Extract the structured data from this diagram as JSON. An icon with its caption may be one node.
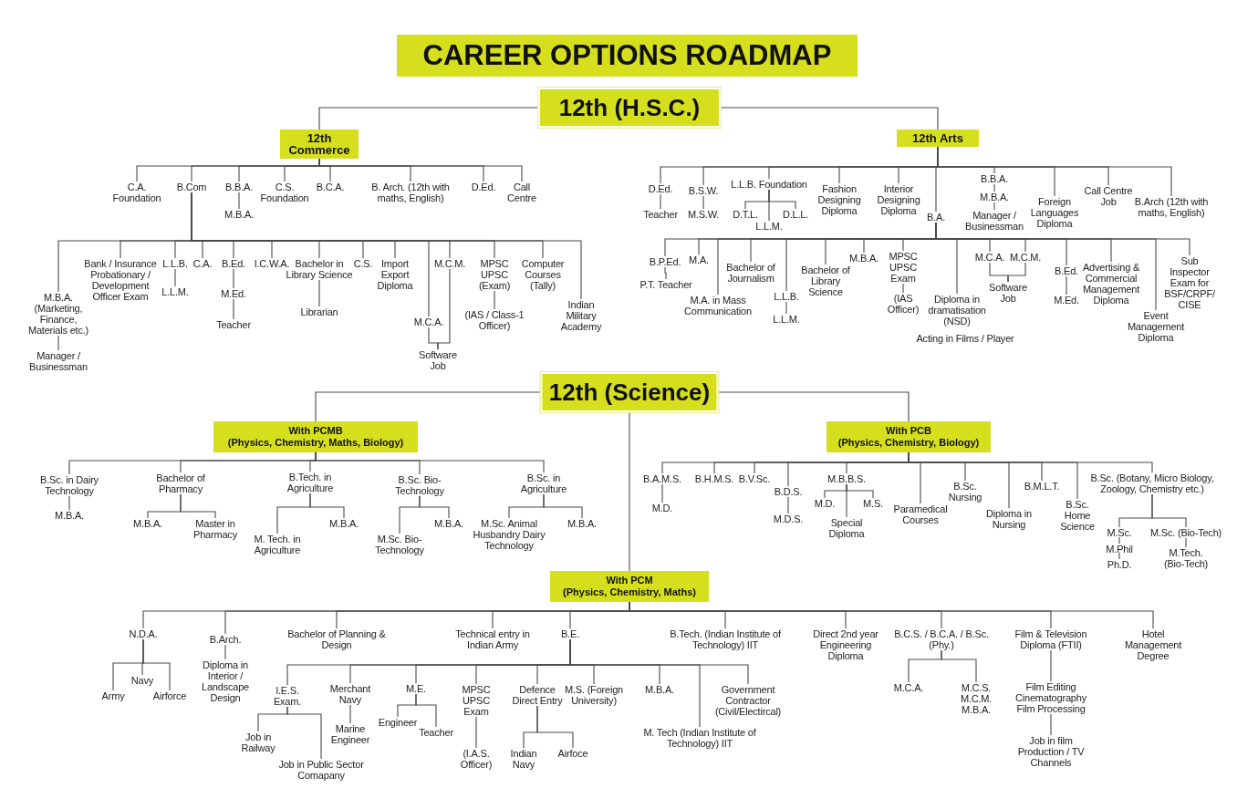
{
  "diagram": {
    "title": "CAREER OPTIONS ROADMAP",
    "nodes": [
      {
        "text": [
          "12th (H.S.C.)"
        ]
      },
      {
        "text": [
          "12th Commerce"
        ]
      },
      {
        "text": [
          "12th Arts"
        ]
      },
      {
        "text": [
          "C.A. Foundation"
        ]
      },
      {
        "text": [
          "B.Com"
        ]
      },
      {
        "text": [
          "B.B.A."
        ]
      },
      {
        "text": [
          "M.B.A."
        ]
      },
      {
        "text": [
          "C.S. Foundation"
        ]
      },
      {
        "text": [
          "B.C.A."
        ]
      },
      {
        "text": [
          "B. Arch. (12th with maths, English)"
        ]
      },
      {
        "text": [
          "D.Ed."
        ]
      },
      {
        "text": [
          "Call Centre"
        ]
      },
      {
        "text": [
          "M.B.A. (Marketing, Finance, Materials etc.)"
        ]
      },
      {
        "text": [
          "Manager / Businessman"
        ]
      },
      {
        "text": [
          "Bank / Insurance Probationary / Development Officer Exam"
        ]
      },
      {
        "text": [
          "L.L.B."
        ]
      },
      {
        "text": [
          "L.L.M."
        ]
      },
      {
        "text": [
          "C.A."
        ]
      },
      {
        "text": [
          "B.Ed."
        ]
      },
      {
        "text": [
          "M.Ed."
        ]
      },
      {
        "text": [
          "Teacher"
        ]
      },
      {
        "text": [
          "I.C.W.A."
        ]
      },
      {
        "text": [
          "Bachelor in Library Science"
        ]
      },
      {
        "text": [
          "Librarian"
        ]
      },
      {
        "text": [
          "C.S."
        ]
      },
      {
        "text": [
          "Import Export Diploma"
        ]
      },
      {
        "text": [
          "M.C.A."
        ]
      },
      {
        "text": [
          "M.C.M."
        ]
      },
      {
        "text": [
          "Software Job"
        ]
      },
      {
        "text": [
          "MPSC UPSC (Exam)"
        ]
      },
      {
        "text": [
          "(IAS / Class-1 Officer)"
        ]
      },
      {
        "text": [
          "Computer Courses (Tally)"
        ]
      },
      {
        "text": [
          "Indian Military Academy"
        ]
      },
      {
        "text": [
          "D.Ed."
        ]
      },
      {
        "text": [
          "Teacher"
        ]
      },
      {
        "text": [
          "B.S.W."
        ]
      },
      {
        "text": [
          "M.S.W."
        ]
      },
      {
        "text": [
          "L.L.B. Foundation"
        ]
      },
      {
        "text": [
          "D.T.L."
        ]
      },
      {
        "text": [
          "L.L.M."
        ]
      },
      {
        "text": [
          "D.L.L."
        ]
      },
      {
        "text": [
          "Fashion Designing Diploma"
        ]
      },
      {
        "text": [
          "Interior Designing Diploma"
        ]
      },
      {
        "text": [
          "B.A."
        ]
      },
      {
        "text": [
          "B.B.A."
        ]
      },
      {
        "text": [
          "M.B.A."
        ]
      },
      {
        "text": [
          "Manager / Businessman"
        ]
      },
      {
        "text": [
          "Foreign Languages Diploma"
        ]
      },
      {
        "text": [
          "Call Centre Job"
        ]
      },
      {
        "text": [
          "B.Arch (12th with maths, English)"
        ]
      },
      {
        "text": [
          "B.P.Ed."
        ]
      },
      {
        "text": [
          "P.T. Teacher"
        ]
      },
      {
        "text": [
          "M.A."
        ]
      },
      {
        "text": [
          "M.A. in Mass Communication"
        ]
      },
      {
        "text": [
          "Bachelor of Journalism"
        ]
      },
      {
        "text": [
          "L.L.B."
        ]
      },
      {
        "text": [
          "L.L.M."
        ]
      },
      {
        "text": [
          "Bachelor of Library Science"
        ]
      },
      {
        "text": [
          "M.B.A."
        ]
      },
      {
        "text": [
          "MPSC UPSC Exam"
        ]
      },
      {
        "text": [
          "(IAS Officer)"
        ]
      },
      {
        "text": [
          "Diploma in dramatisation (NSD)"
        ]
      },
      {
        "text": [
          "Acting in Films / Player"
        ]
      },
      {
        "text": [
          "M.C.A."
        ]
      },
      {
        "text": [
          "M.C.M."
        ]
      },
      {
        "text": [
          "Software Job"
        ]
      },
      {
        "text": [
          "B.Ed."
        ]
      },
      {
        "text": [
          "M.Ed."
        ]
      },
      {
        "text": [
          "Advertising & Commercial Management Diploma"
        ]
      },
      {
        "text": [
          "Event Management Diploma"
        ]
      },
      {
        "text": [
          "Sub Inspector Exam for BSF/CRPF/ CISE"
        ]
      },
      {
        "text": [
          "12th (Science)"
        ]
      },
      {
        "text": [
          "With PCMB",
          "(Physics, Chemistry, Maths, Biology)"
        ]
      },
      {
        "text": [
          "With PCB",
          "(Physics, Chemistry, Biology)"
        ]
      },
      {
        "text": [
          "B.Sc. in Dairy Technology"
        ]
      },
      {
        "text": [
          "M.B.A."
        ]
      },
      {
        "text": [
          "Bachelor of Pharmacy"
        ]
      },
      {
        "text": [
          "M.B.A."
        ]
      },
      {
        "text": [
          "Master in Pharmacy"
        ]
      },
      {
        "text": [
          "B.Tech. in Agriculture"
        ]
      },
      {
        "text": [
          "M. Tech. in Agriculture"
        ]
      },
      {
        "text": [
          "M.B.A."
        ]
      },
      {
        "text": [
          "B.Sc. Bio-Technology"
        ]
      },
      {
        "text": [
          "M.Sc. Bio-Technology"
        ]
      },
      {
        "text": [
          "M.B.A."
        ]
      },
      {
        "text": [
          "B.Sc. in Agriculture"
        ]
      },
      {
        "text": [
          "M.Sc. Animal Husbandry Dairy Technology"
        ]
      },
      {
        "text": [
          "M.B.A."
        ]
      },
      {
        "text": [
          "B.A.M.S."
        ]
      },
      {
        "text": [
          "M.D."
        ]
      },
      {
        "text": [
          "B.H.M.S."
        ]
      },
      {
        "text": [
          "B.V.Sc."
        ]
      },
      {
        "text": [
          "B.D.S."
        ]
      },
      {
        "text": [
          "M.D.S."
        ]
      },
      {
        "text": [
          "M.B.B.S."
        ]
      },
      {
        "text": [
          "M.D."
        ]
      },
      {
        "text": [
          "Special Diploma"
        ]
      },
      {
        "text": [
          "M.S."
        ]
      },
      {
        "text": [
          "Paramedical Courses"
        ]
      },
      {
        "text": [
          "B.Sc. Nursing"
        ]
      },
      {
        "text": [
          "Diploma in Nursing"
        ]
      },
      {
        "text": [
          "B.M.L.T."
        ]
      },
      {
        "text": [
          "B.Sc. Home Science"
        ]
      },
      {
        "text": [
          "B.Sc. (Botany, Micro Biology, Zoology, Chemistry etc.)"
        ]
      },
      {
        "text": [
          "M.Sc."
        ]
      },
      {
        "text": [
          "M.Phil"
        ]
      },
      {
        "text": [
          "Ph.D."
        ]
      },
      {
        "text": [
          "M.Sc. (Bio-Tech)"
        ]
      },
      {
        "text": [
          "M.Tech. (Bio-Tech)"
        ]
      },
      {
        "text": [
          "With PCM",
          "(Physics, Chemistry, Maths)"
        ]
      },
      {
        "text": [
          "N.D.A."
        ]
      },
      {
        "text": [
          "Army"
        ]
      },
      {
        "text": [
          "Navy"
        ]
      },
      {
        "text": [
          "Airforce"
        ]
      },
      {
        "text": [
          "B.Arch."
        ]
      },
      {
        "text": [
          "Diploma in Interior / Landscape Design"
        ]
      },
      {
        "text": [
          "Bachelor of Planning & Design"
        ]
      },
      {
        "text": [
          "Technical entry in Indian Army"
        ]
      },
      {
        "text": [
          "B.E."
        ]
      },
      {
        "text": [
          "I.E.S. Exam."
        ]
      },
      {
        "text": [
          "Job in Railway"
        ]
      },
      {
        "text": [
          "Job in Public Sector Comapany"
        ]
      },
      {
        "text": [
          "Merchant Navy"
        ]
      },
      {
        "text": [
          "Marine Engineer"
        ]
      },
      {
        "text": [
          "M.E."
        ]
      },
      {
        "text": [
          "Engineer"
        ]
      },
      {
        "text": [
          "Teacher"
        ]
      },
      {
        "text": [
          "MPSC UPSC Exam"
        ]
      },
      {
        "text": [
          "(I.A.S. Officer)"
        ]
      },
      {
        "text": [
          "Defence Direct Entry"
        ]
      },
      {
        "text": [
          "Indian Navy"
        ]
      },
      {
        "text": [
          "Airfoce"
        ]
      },
      {
        "text": [
          "M.S. (Foreign University)"
        ]
      },
      {
        "text": [
          "M.B.A."
        ]
      },
      {
        "text": [
          "M. Tech (Indian Institute of Technology) IIT"
        ]
      },
      {
        "text": [
          "Government Contractor (Civil/Electircal)"
        ]
      },
      {
        "text": [
          "B.Tech. (Indian Institute of Technology) IIT"
        ]
      },
      {
        "text": [
          "Direct 2nd year Engineering Diploma"
        ]
      },
      {
        "text": [
          "B.C.S. / B.C.A. / B.Sc. (Phy.)"
        ]
      },
      {
        "text": [
          "M.C.A."
        ]
      },
      {
        "text": [
          "M.C.S. M.C.M. M.B.A."
        ]
      },
      {
        "text": [
          "Film & Television Diploma (FTII)"
        ]
      },
      {
        "text": [
          "Film Editing Cinematography Film Processing"
        ]
      },
      {
        "text": [
          "Job in film Production / TV Channels"
        ]
      },
      {
        "text": [
          "Hotel Management Degree"
        ]
      }
    ],
    "edges": [
      {
        "from": 0,
        "to": 1,
        "arrow": "none"
      },
      {
        "from": 0,
        "to": 2,
        "arrow": "none"
      },
      {
        "from": 1,
        "to": 3,
        "arrow": "none"
      },
      {
        "from": 1,
        "to": 4,
        "arrow": "none"
      },
      {
        "from": 1,
        "to": 5,
        "arrow": "none"
      },
      {
        "from": 5,
        "to": 6,
        "arrow": "none"
      },
      {
        "from": 1,
        "to": 7,
        "arrow": "none"
      },
      {
        "from": 1,
        "to": 8,
        "arrow": "none"
      },
      {
        "from": 1,
        "to": 9,
        "arrow": "none"
      },
      {
        "from": 1,
        "to": 10,
        "arrow": "none"
      },
      {
        "from": 1,
        "to": 11,
        "arrow": "none"
      },
      {
        "from": 4,
        "to": 12,
        "arrow": "none"
      },
      {
        "from": 12,
        "to": 13,
        "arrow": "none"
      },
      {
        "from": 4,
        "to": 14,
        "arrow": "none"
      },
      {
        "from": 4,
        "to": 15,
        "arrow": "none"
      },
      {
        "from": 15,
        "to": 16,
        "arrow": "none"
      },
      {
        "from": 4,
        "to": 17,
        "arrow": "none"
      },
      {
        "from": 4,
        "to": 18,
        "arrow": "none"
      },
      {
        "from": 18,
        "to": 19,
        "arrow": "none"
      },
      {
        "from": 19,
        "to": 20,
        "arrow": "none"
      },
      {
        "from": 4,
        "to": 21,
        "arrow": "none"
      },
      {
        "from": 4,
        "to": 22,
        "arrow": "none"
      },
      {
        "from": 22,
        "to": 23,
        "arrow": "none"
      },
      {
        "from": 4,
        "to": 24,
        "arrow": "none"
      },
      {
        "from": 4,
        "to": 25,
        "arrow": "none"
      },
      {
        "from": 4,
        "to": 26,
        "arrow": "none"
      },
      {
        "from": 4,
        "to": 27,
        "arrow": "none"
      },
      {
        "from": 26,
        "to": 28,
        "arrow": "none"
      },
      {
        "from": 27,
        "to": 28,
        "arrow": "none"
      },
      {
        "from": 4,
        "to": 29,
        "arrow": "none"
      },
      {
        "from": 29,
        "to": 30,
        "arrow": "none"
      },
      {
        "from": 4,
        "to": 31,
        "arrow": "none"
      },
      {
        "from": 4,
        "to": 32,
        "arrow": "none"
      },
      {
        "from": 2,
        "to": 33,
        "arrow": "none"
      },
      {
        "from": 33,
        "to": 34,
        "arrow": "none"
      },
      {
        "from": 2,
        "to": 35,
        "arrow": "none"
      },
      {
        "from": 35,
        "to": 36,
        "arrow": "none"
      },
      {
        "from": 2,
        "to": 37,
        "arrow": "none"
      },
      {
        "from": 37,
        "to": 38,
        "arrow": "none"
      },
      {
        "from": 37,
        "to": 39,
        "arrow": "none"
      },
      {
        "from": 37,
        "to": 40,
        "arrow": "none"
      },
      {
        "from": 2,
        "to": 41,
        "arrow": "none"
      },
      {
        "from": 2,
        "to": 42,
        "arrow": "none"
      },
      {
        "from": 2,
        "to": 43,
        "arrow": "none"
      },
      {
        "from": 2,
        "to": 44,
        "arrow": "none"
      },
      {
        "from": 44,
        "to": 45,
        "arrow": "none"
      },
      {
        "from": 45,
        "to": 46,
        "arrow": "none"
      },
      {
        "from": 2,
        "to": 47,
        "arrow": "none"
      },
      {
        "from": 2,
        "to": 48,
        "arrow": "none"
      },
      {
        "from": 2,
        "to": 49,
        "arrow": "none"
      },
      {
        "from": 43,
        "to": 50,
        "arrow": "none"
      },
      {
        "from": 50,
        "to": 51,
        "arrow": "none"
      },
      {
        "from": 43,
        "to": 52,
        "arrow": "none"
      },
      {
        "from": 43,
        "to": 53,
        "arrow": "none"
      },
      {
        "from": 43,
        "to": 54,
        "arrow": "none"
      },
      {
        "from": 43,
        "to": 55,
        "arrow": "none"
      },
      {
        "from": 55,
        "to": 56,
        "arrow": "none"
      },
      {
        "from": 43,
        "to": 57,
        "arrow": "none"
      },
      {
        "from": 43,
        "to": 58,
        "arrow": "none"
      },
      {
        "from": 43,
        "to": 59,
        "arrow": "none"
      },
      {
        "from": 59,
        "to": 60,
        "arrow": "none"
      },
      {
        "from": 43,
        "to": 61,
        "arrow": "none"
      },
      {
        "from": 43,
        "to": 63,
        "arrow": "none"
      },
      {
        "from": 43,
        "to": 64,
        "arrow": "none"
      },
      {
        "from": 63,
        "to": 65,
        "arrow": "none"
      },
      {
        "from": 64,
        "to": 65,
        "arrow": "none"
      },
      {
        "from": 43,
        "to": 66,
        "arrow": "none"
      },
      {
        "from": 66,
        "to": 67,
        "arrow": "none"
      },
      {
        "from": 43,
        "to": 68,
        "arrow": "none"
      },
      {
        "from": 43,
        "to": 69,
        "arrow": "none"
      },
      {
        "from": 43,
        "to": 70,
        "arrow": "none"
      },
      {
        "from": 71,
        "to": 72,
        "arrow": "none"
      },
      {
        "from": 71,
        "to": 73,
        "arrow": "none"
      },
      {
        "from": 71,
        "to": 109,
        "arrow": "none"
      },
      {
        "from": 72,
        "to": 74,
        "arrow": "none"
      },
      {
        "from": 74,
        "to": 75,
        "arrow": "none"
      },
      {
        "from": 72,
        "to": 76,
        "arrow": "none"
      },
      {
        "from": 76,
        "to": 77,
        "arrow": "none"
      },
      {
        "from": 76,
        "to": 78,
        "arrow": "none"
      },
      {
        "from": 72,
        "to": 79,
        "arrow": "none"
      },
      {
        "from": 79,
        "to": 80,
        "arrow": "none"
      },
      {
        "from": 79,
        "to": 81,
        "arrow": "none"
      },
      {
        "from": 72,
        "to": 82,
        "arrow": "none"
      },
      {
        "from": 82,
        "to": 83,
        "arrow": "none"
      },
      {
        "from": 82,
        "to": 84,
        "arrow": "none"
      },
      {
        "from": 72,
        "to": 85,
        "arrow": "none"
      },
      {
        "from": 85,
        "to": 86,
        "arrow": "none"
      },
      {
        "from": 85,
        "to": 87,
        "arrow": "none"
      },
      {
        "from": 73,
        "to": 88,
        "arrow": "none"
      },
      {
        "from": 88,
        "to": 89,
        "arrow": "none"
      },
      {
        "from": 73,
        "to": 90,
        "arrow": "none"
      },
      {
        "from": 73,
        "to": 91,
        "arrow": "none"
      },
      {
        "from": 73,
        "to": 92,
        "arrow": "none"
      },
      {
        "from": 92,
        "to": 93,
        "arrow": "none"
      },
      {
        "from": 73,
        "to": 94,
        "arrow": "none"
      },
      {
        "from": 94,
        "to": 95,
        "arrow": "none"
      },
      {
        "from": 94,
        "to": 96,
        "arrow": "none"
      },
      {
        "from": 94,
        "to": 97,
        "arrow": "none"
      },
      {
        "from": 73,
        "to": 98,
        "arrow": "none"
      },
      {
        "from": 73,
        "to": 99,
        "arrow": "none"
      },
      {
        "from": 73,
        "to": 100,
        "arrow": "none"
      },
      {
        "from": 73,
        "to": 101,
        "arrow": "none"
      },
      {
        "from": 73,
        "to": 102,
        "arrow": "none"
      },
      {
        "from": 73,
        "to": 103,
        "arrow": "none"
      },
      {
        "from": 103,
        "to": 104,
        "arrow": "none"
      },
      {
        "from": 104,
        "to": 105,
        "arrow": "none"
      },
      {
        "from": 105,
        "to": 106,
        "arrow": "none"
      },
      {
        "from": 103,
        "to": 107,
        "arrow": "none"
      },
      {
        "from": 107,
        "to": 108,
        "arrow": "none"
      },
      {
        "from": 109,
        "to": 110,
        "arrow": "none"
      },
      {
        "from": 110,
        "to": 111,
        "arrow": "none"
      },
      {
        "from": 110,
        "to": 112,
        "arrow": "none"
      },
      {
        "from": 110,
        "to": 113,
        "arrow": "none"
      },
      {
        "from": 109,
        "to": 114,
        "arrow": "none"
      },
      {
        "from": 114,
        "to": 115,
        "arrow": "none"
      },
      {
        "from": 109,
        "to": 116,
        "arrow": "none"
      },
      {
        "from": 109,
        "to": 117,
        "arrow": "none"
      },
      {
        "from": 109,
        "to": 118,
        "arrow": "none"
      },
      {
        "from": 118,
        "to": 119,
        "arrow": "none"
      },
      {
        "from": 119,
        "to": 120,
        "arrow": "none"
      },
      {
        "from": 119,
        "to": 121,
        "arrow": "none"
      },
      {
        "from": 118,
        "to": 122,
        "arrow": "none"
      },
      {
        "from": 122,
        "to": 123,
        "arrow": "none"
      },
      {
        "from": 118,
        "to": 124,
        "arrow": "none"
      },
      {
        "from": 124,
        "to": 125,
        "arrow": "none"
      },
      {
        "from": 124,
        "to": 126,
        "arrow": "none"
      },
      {
        "from": 118,
        "to": 127,
        "arrow": "none"
      },
      {
        "from": 127,
        "to": 128,
        "arrow": "none"
      },
      {
        "from": 118,
        "to": 129,
        "arrow": "none"
      },
      {
        "from": 129,
        "to": 130,
        "arrow": "none"
      },
      {
        "from": 129,
        "to": 131,
        "arrow": "none"
      },
      {
        "from": 118,
        "to": 132,
        "arrow": "none"
      },
      {
        "from": 118,
        "to": 133,
        "arrow": "none"
      },
      {
        "from": 118,
        "to": 134,
        "arrow": "none"
      },
      {
        "from": 118,
        "to": 135,
        "arrow": "none"
      },
      {
        "from": 109,
        "to": 136,
        "arrow": "none"
      },
      {
        "from": 109,
        "to": 137,
        "arrow": "none"
      },
      {
        "from": 109,
        "to": 138,
        "arrow": "none"
      },
      {
        "from": 138,
        "to": 139,
        "arrow": "none"
      },
      {
        "from": 138,
        "to": 140,
        "arrow": "none"
      },
      {
        "from": 109,
        "to": 141,
        "arrow": "none"
      },
      {
        "from": 141,
        "to": 142,
        "arrow": "none"
      },
      {
        "from": 142,
        "to": 143,
        "arrow": "none"
      },
      {
        "from": 109,
        "to": 144,
        "arrow": "none"
      }
    ]
  }
}
